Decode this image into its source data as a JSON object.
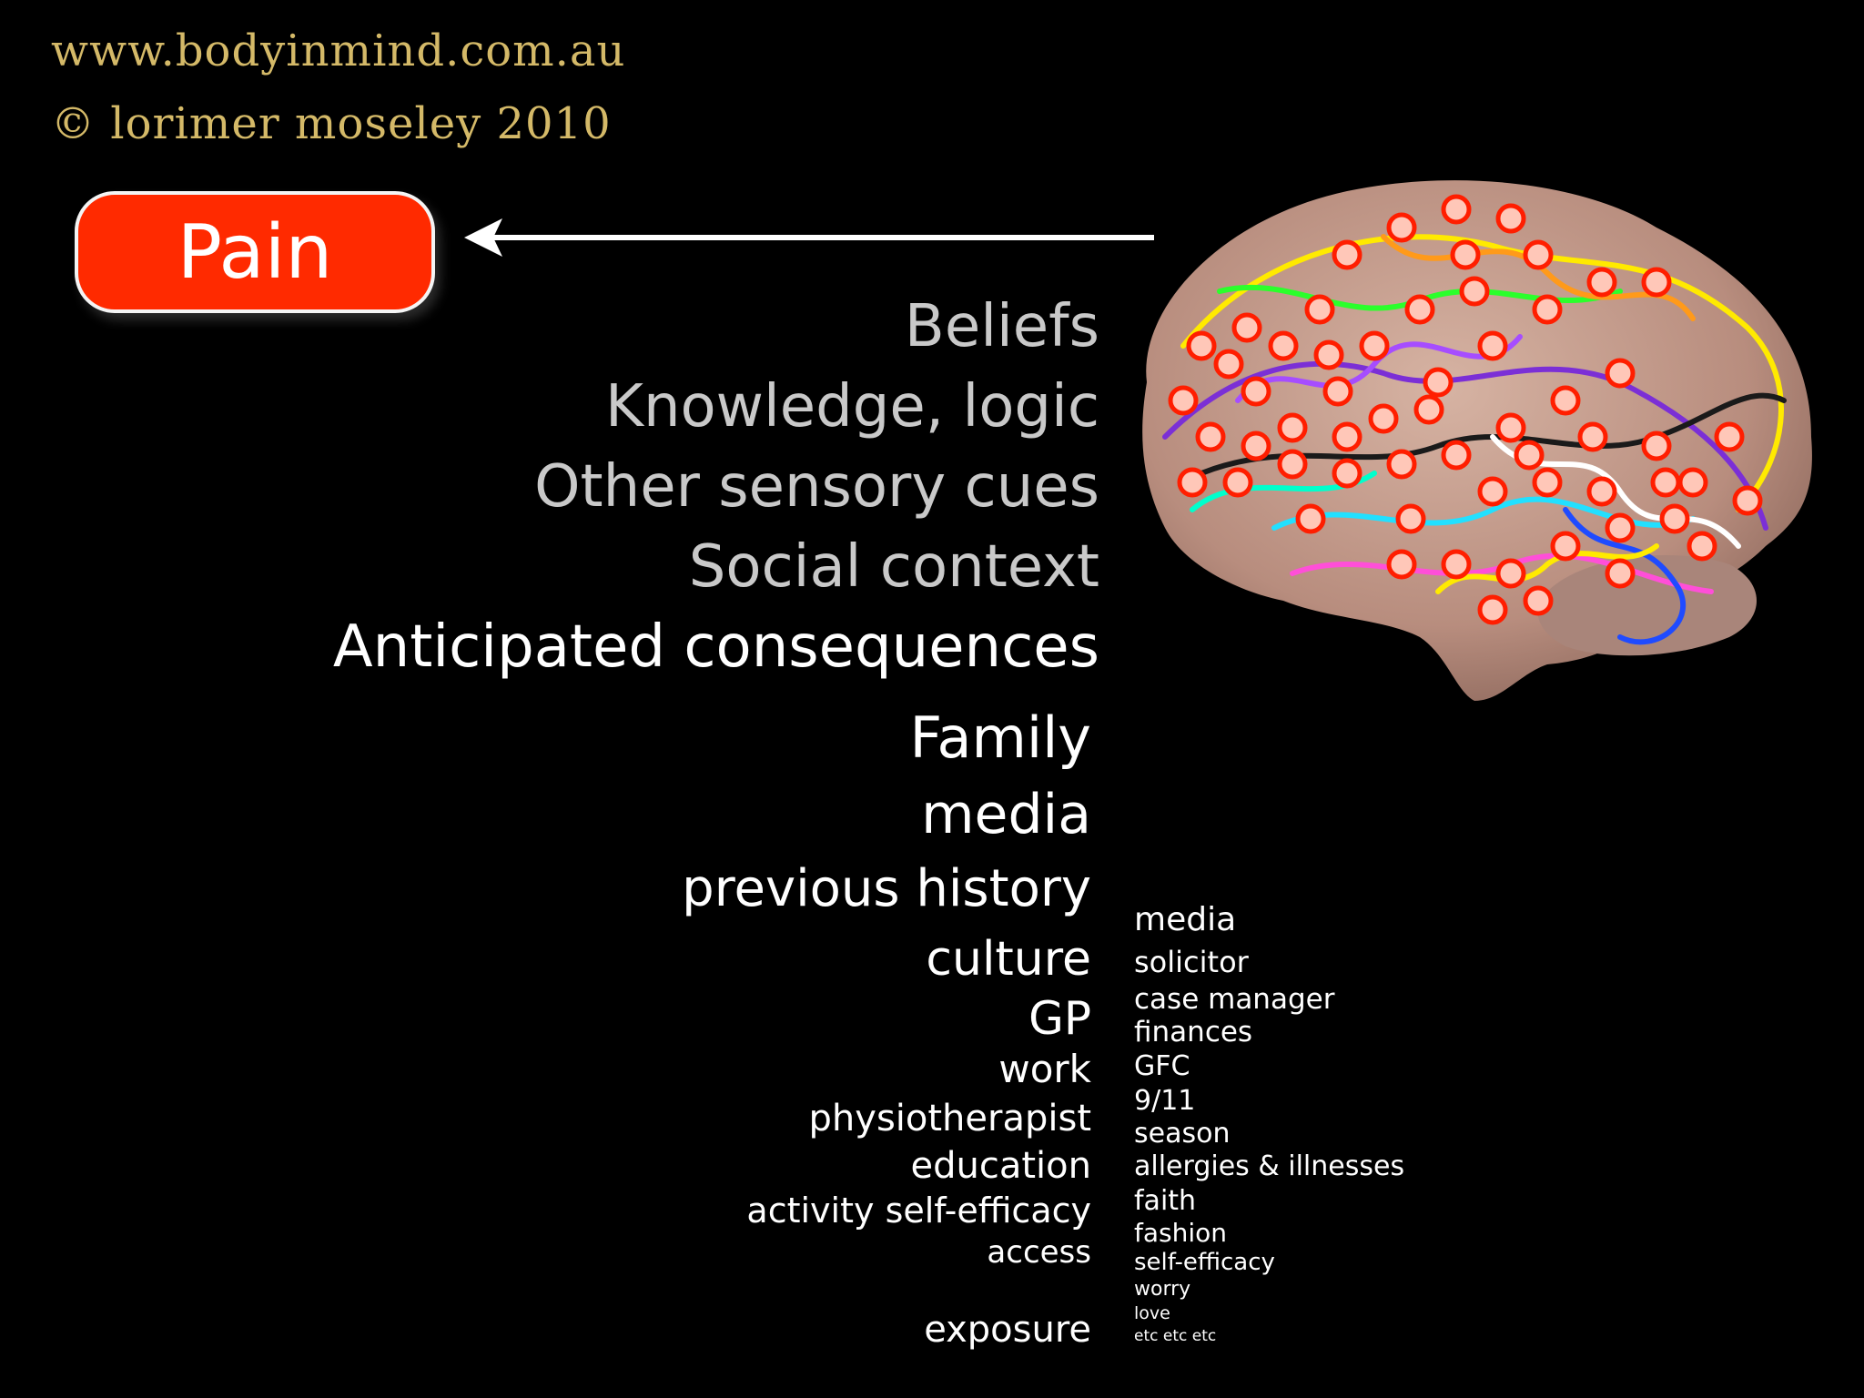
{
  "credits": {
    "website": "www.bodyinmind.com.au",
    "copyright": "© lorimer moseley 2010"
  },
  "pain_label": "Pain",
  "colors": {
    "background": "#000000",
    "pain_box": "#ff2a00",
    "credit_text": "#d4b968",
    "major_factor_text": "#c9c9c9"
  },
  "major_factors": [
    "Beliefs",
    "Knowledge, logic",
    "Other sensory cues",
    "Social context",
    "Anticipated consequences"
  ],
  "contributors": [
    "Family",
    "media",
    "previous history",
    "culture",
    "GP",
    "work",
    "physiotherapist",
    "education",
    "activity self-efficacy",
    "access",
    "exposure"
  ],
  "minor_contributors": [
    "media",
    "solicitor",
    "case manager",
    "finances",
    "GFC",
    "9/11",
    "season",
    "allergies & illnesses",
    "faith",
    "fashion",
    "self-efficacy",
    "worry",
    "love",
    "etc etc etc"
  ]
}
